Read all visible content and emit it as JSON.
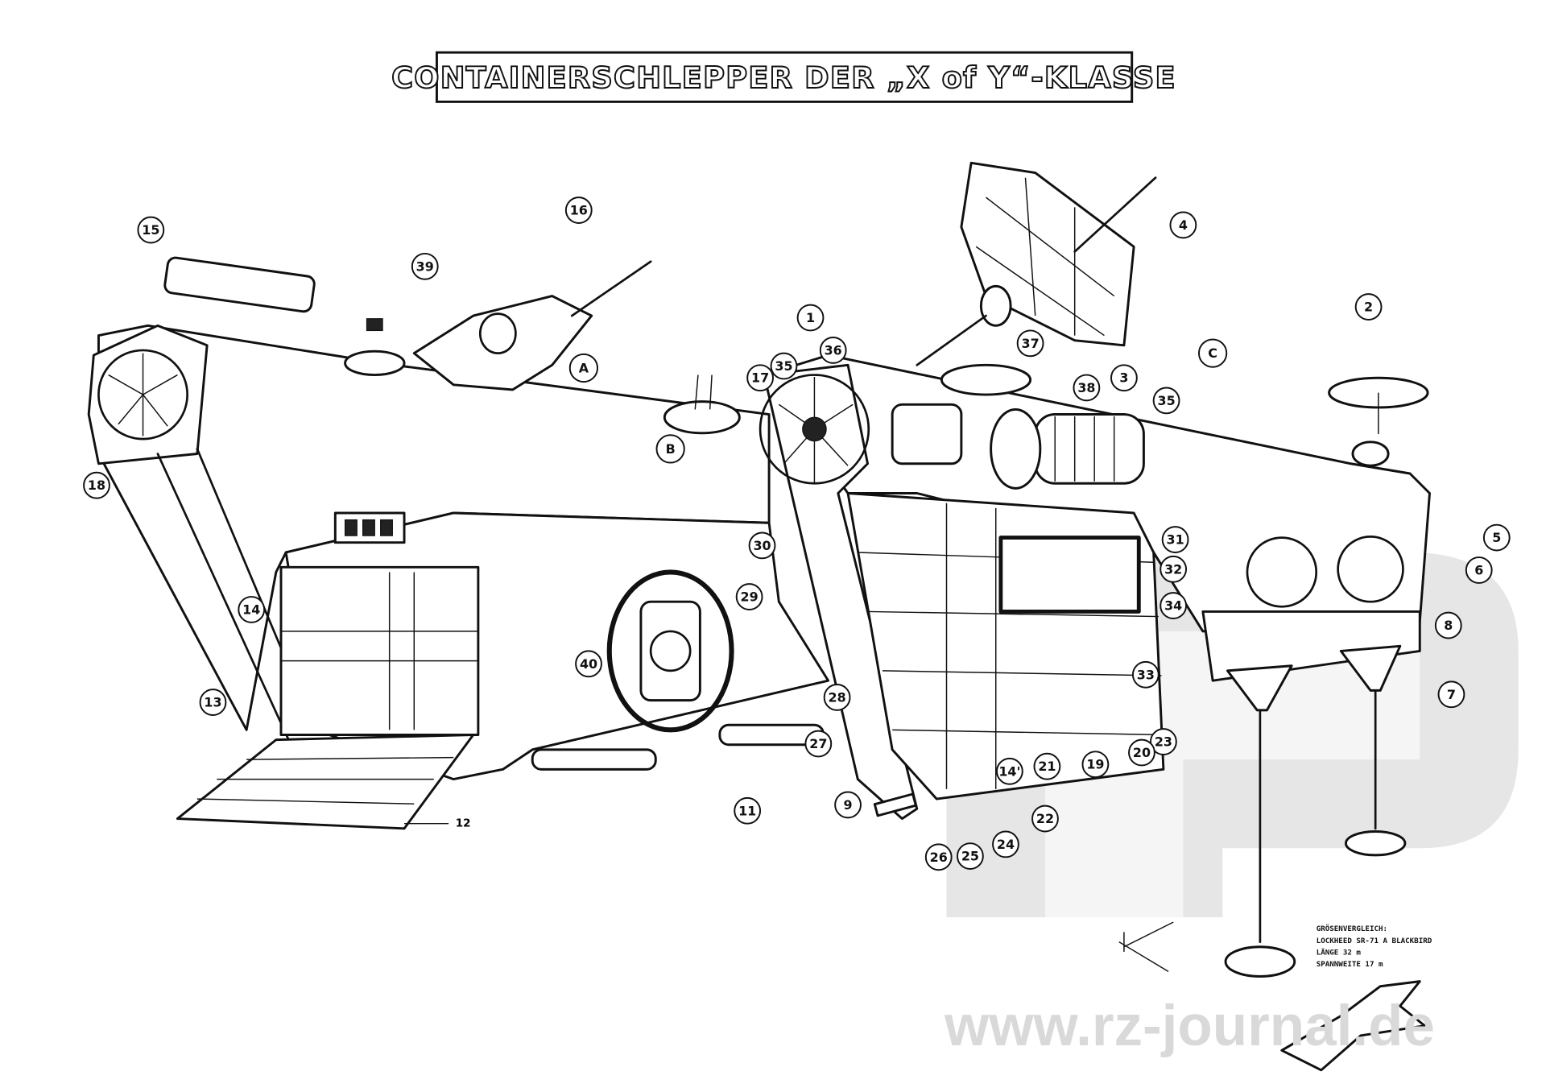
{
  "title": "CONTAINERSCHLEPPER DER „X of Y“-KLASSE",
  "section_labels": [
    "A",
    "B",
    "C"
  ],
  "callouts": [
    "15",
    "16",
    "39",
    "1",
    "36",
    "17",
    "35",
    "4",
    "37",
    "38",
    "3",
    "35",
    "2",
    "18",
    "30",
    "31",
    "32",
    "5",
    "6",
    "29",
    "14",
    "34",
    "8",
    "13",
    "40",
    "28",
    "33",
    "7",
    "27",
    "23",
    "20",
    "9",
    "11",
    "14'",
    "21",
    "19",
    "22",
    "24",
    "25",
    "26"
  ],
  "ramp_label": "12",
  "size_comparison": {
    "lines": [
      "GRÖSENVERGLEICH:",
      "LOCKHEED SR-71 A BLACKBIRD",
      "LÄNGE 32 m",
      "SPANNWEITE 17 m"
    ]
  },
  "watermark": "www.rz-journal.de",
  "colors": {
    "ink": "#111111",
    "watermark": "#d9d9d9",
    "paper": "#ffffff"
  }
}
